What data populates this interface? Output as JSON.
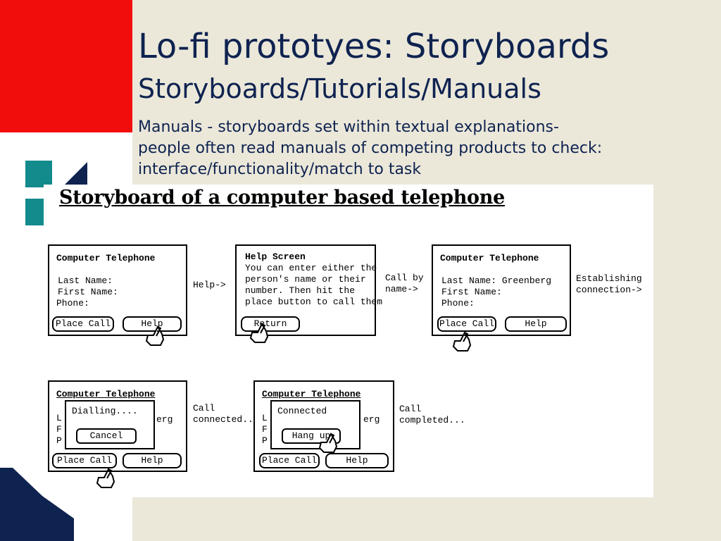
{
  "slide": {
    "title": "Lo-fi prototyes: Storyboards",
    "subtitle": "Storyboards/Tutorials/Manuals",
    "body_lines": [
      "Manuals - storyboards set within textual explanations-",
      "people often read manuals of competing products to check:",
      "interface/functionality/match to task"
    ],
    "colors": {
      "accent_red": "#f20d0d",
      "teal": "#138a8c",
      "navy": "#0f2350",
      "background": "#ebe8da"
    }
  },
  "storyboard": {
    "title": "Storyboard of a computer based telephone",
    "screen1": {
      "header": "Computer Telephone",
      "lines": [
        "Last Name:",
        "First Name:",
        "Phone:"
      ],
      "buttons": [
        "Place Call",
        "Help"
      ]
    },
    "arrow1": "Help->",
    "screen2": {
      "header": "Help Screen",
      "lines": [
        "You can enter either the",
        "person's name or their",
        "number. Then hit the",
        "place button to call them"
      ],
      "button": "Return"
    },
    "arrow2": [
      "Call by",
      "name->"
    ],
    "screen3": {
      "header": "Computer Telephone",
      "lines": [
        "Last Name: Greenberg",
        "First Name:",
        "Phone:"
      ],
      "buttons": [
        "Place Call",
        "Help"
      ]
    },
    "arrow3": [
      "Establishing",
      "connection->"
    ],
    "screen4": {
      "header": "Computer Telephone",
      "edge_letters": [
        "L",
        "F",
        "P"
      ],
      "edge_suffix": "erg",
      "popup_title": "Dialling....",
      "popup_button": "Cancel",
      "buttons": [
        "Place Call",
        "Help"
      ]
    },
    "arrow4": [
      "Call",
      "connected..."
    ],
    "screen5": {
      "header": "Computer Telephone",
      "edge_letters": [
        "L",
        "F",
        "P"
      ],
      "edge_suffix": "erg",
      "popup_title": "Connected",
      "popup_button": "Hang up",
      "buttons": [
        "Place Call",
        "Help"
      ]
    },
    "arrow5": [
      "Call",
      "completed..."
    ]
  }
}
